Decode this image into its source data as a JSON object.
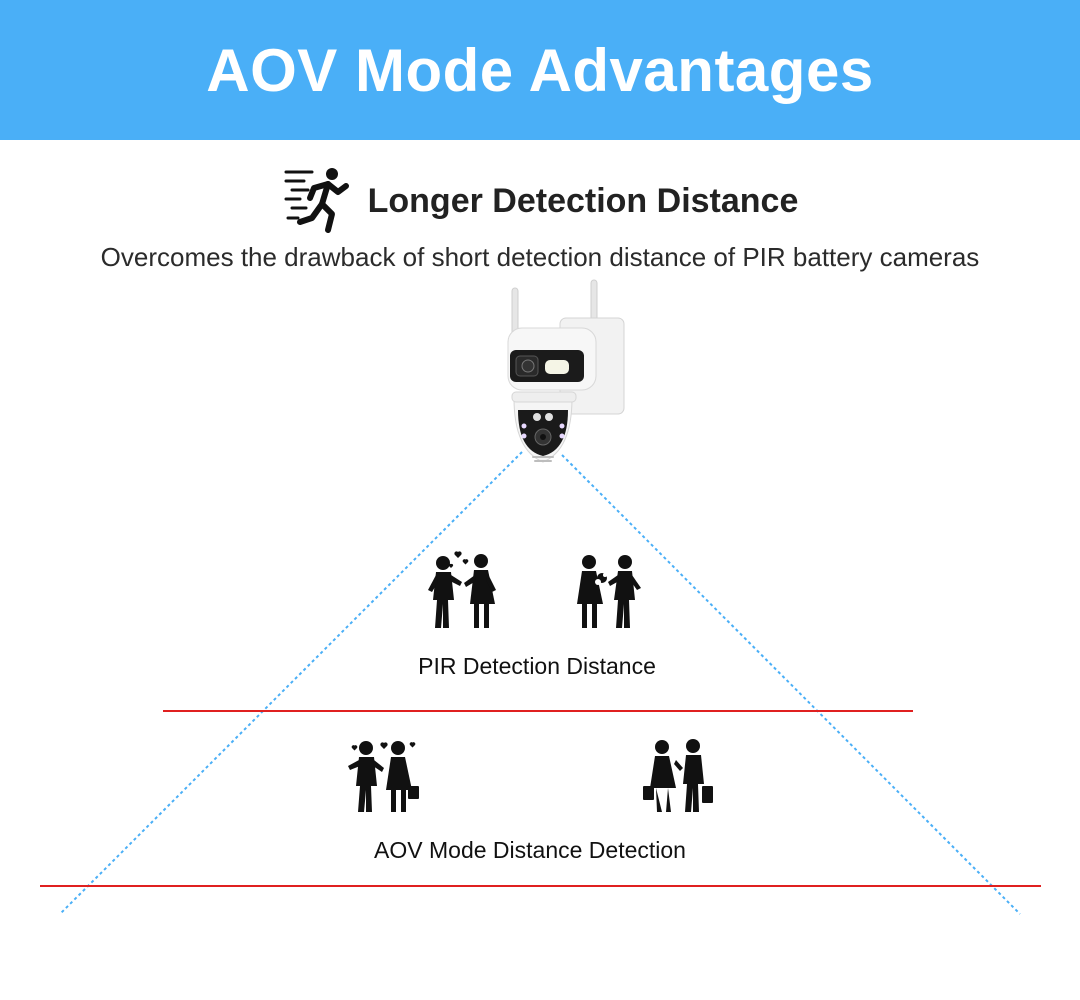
{
  "header": {
    "title": "AOV Mode Advantages"
  },
  "feature": {
    "icon": "running-person-icon",
    "title": "Longer Detection Distance",
    "description": "Overcomes the drawback of short detection distance of PIR battery cameras"
  },
  "zones": {
    "pir_label": "PIR Detection Distance",
    "aov_label": "AOV Mode Distance Detection"
  },
  "colors": {
    "banner": "#4aaff7",
    "fov_line": "#4aaff7",
    "boundary_line": "#e02020"
  }
}
